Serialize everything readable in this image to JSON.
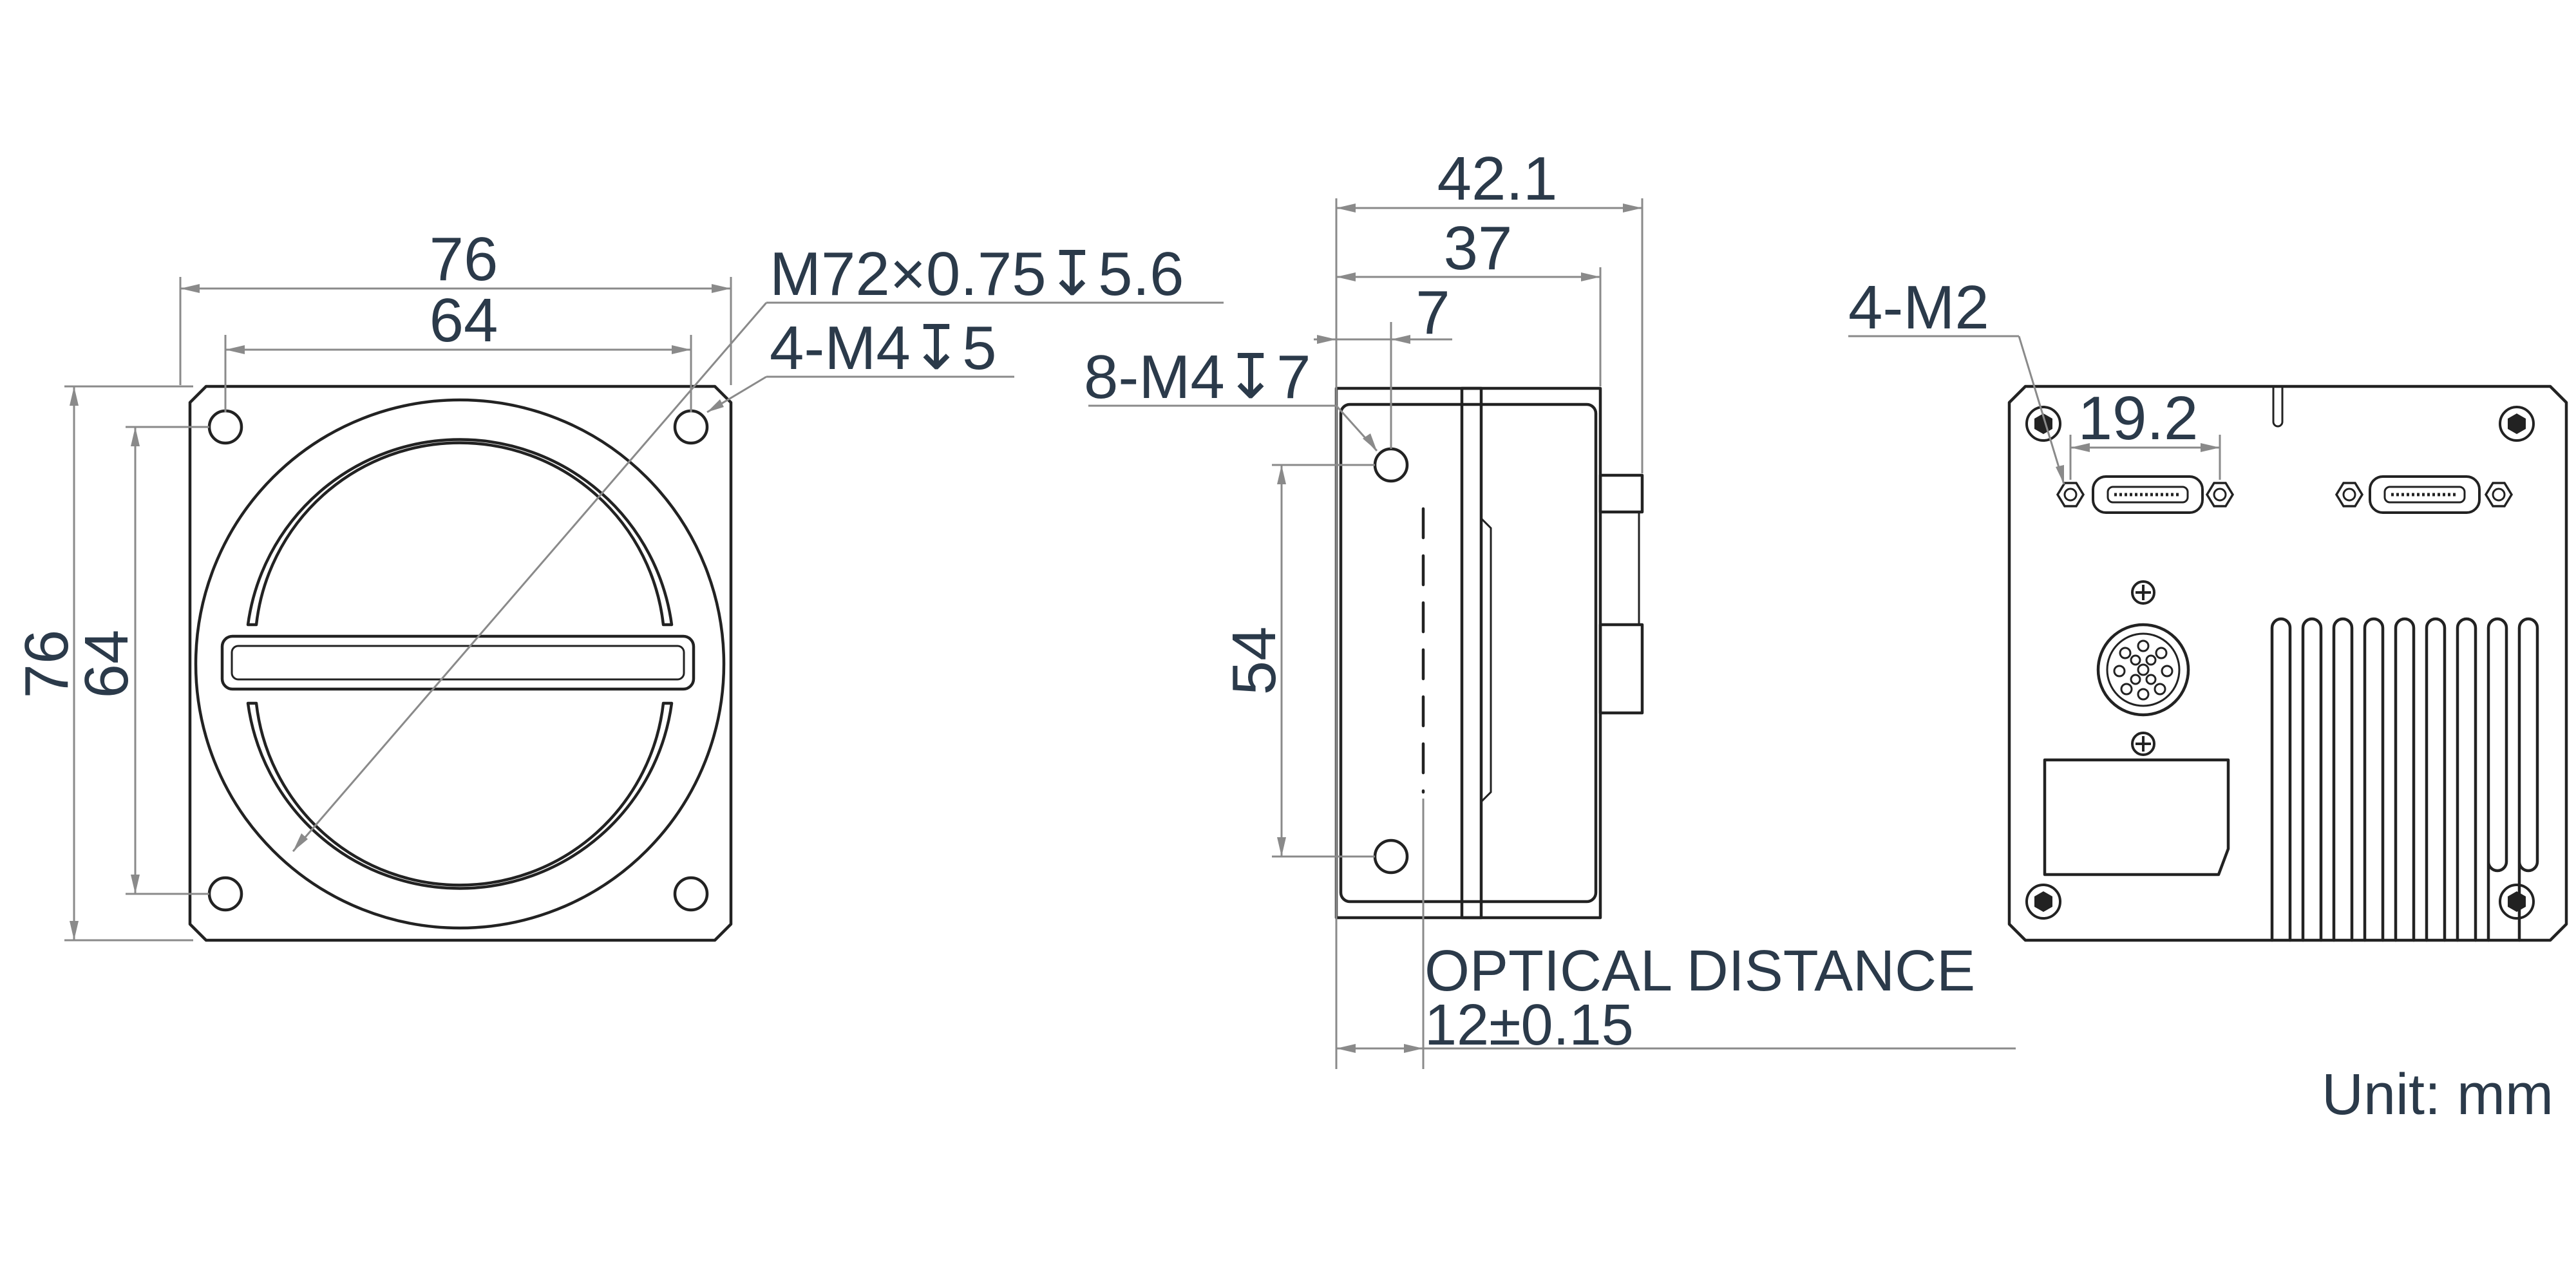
{
  "colors": {
    "body_stroke": "#222222",
    "dimension_line": "#8a8a8a",
    "dimension_text": "#2b3a4a",
    "background": "#ffffff"
  },
  "front_view": {
    "width_outer": "76",
    "width_inner": "64",
    "height_outer": "76",
    "height_inner": "64",
    "lens_mount_thread": "M72×0.75↧5.6",
    "mount_holes": "4-M4↧5"
  },
  "side_view": {
    "depth_total": "42.1",
    "depth_body": "37",
    "hole_offset": "7",
    "side_holes": "8-M4↧7",
    "hole_spacing": "54",
    "optical_distance_label": "OPTICAL DISTANCE",
    "optical_distance_value": "12±0.15"
  },
  "rear_view": {
    "connector_screws": "4-M2",
    "connector_screw_spacing": "19.2"
  },
  "unit_note": "Unit: mm"
}
